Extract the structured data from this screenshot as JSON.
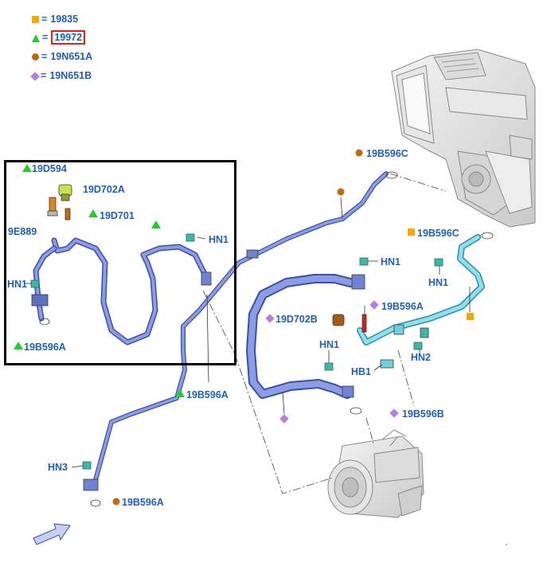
{
  "legend": [
    {
      "symbol": "square",
      "color": "#f5a800",
      "eq": "=",
      "part": "19835",
      "highlighted": false
    },
    {
      "symbol": "triangle",
      "color": "#22cc2a",
      "eq": "=",
      "part": "19972",
      "highlighted": true
    },
    {
      "symbol": "circle",
      "color": "#c06a0e",
      "eq": "=",
      "part": "19N651A",
      "highlighted": false
    },
    {
      "symbol": "diamond",
      "color": "#b77be6",
      "eq": "=",
      "part": "19N651B",
      "highlighted": false
    }
  ],
  "labels": {
    "box_19d594": "19D594",
    "box_19d702a": "19D702A",
    "box_19d701": "19D701",
    "box_19e889": "9E889",
    "box_hn1_left": "HN1",
    "box_19b596a": "19B596A",
    "box_hn1_right": "HN1",
    "top_19b596c": "19B596C",
    "right_19b596c": "19B596C",
    "right_hn1": "HN1",
    "mid_hn1": "HN1",
    "mid_19b596a": "19B596A",
    "mid_19d702b": "19D702B",
    "comp_hn1": "HN1",
    "hb1": "HB1",
    "hn2": "HN2",
    "comp_19b596b": "19B596B",
    "low_19b596a": "19B596A",
    "hn3": "HN3",
    "bottom_19b596a": "19B596A"
  },
  "colors": {
    "label_blue": "#1f5fb8",
    "hose_blue": "#7d8fd9",
    "hose_teal": "#6fd0e0",
    "clip_teal": "#3fb7a6",
    "marker_square": "#f5a800",
    "marker_triangle": "#22cc2a",
    "marker_circle": "#c06a0e",
    "marker_diamond": "#b77be6",
    "highlight_red": "#e0201a"
  }
}
